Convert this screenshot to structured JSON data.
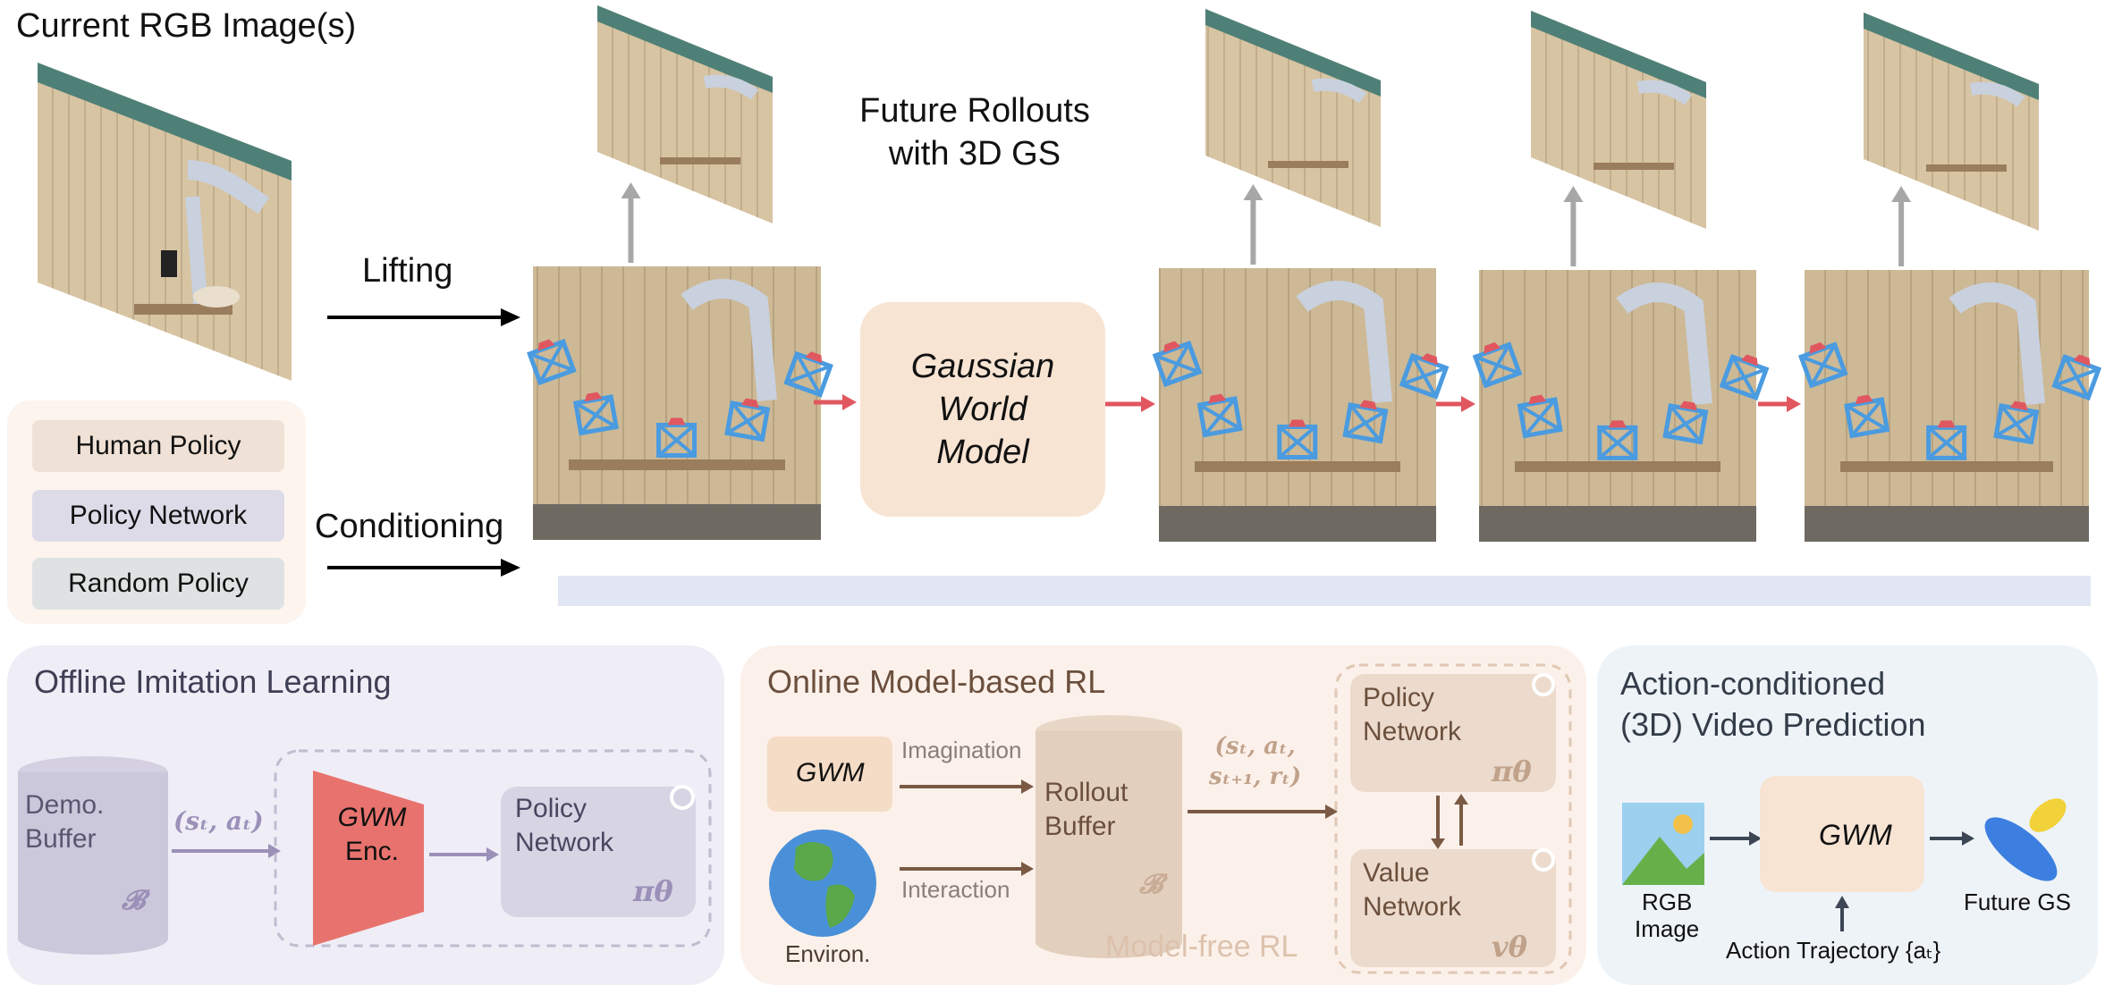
{
  "header": {
    "title": "Current RGB Image(s)"
  },
  "arrows": {
    "lifting": "Lifting",
    "conditioning": "Conditioning"
  },
  "future": {
    "line1": "Future Rollouts",
    "line2": "with 3D GS"
  },
  "world_model": {
    "line1": "Gaussian",
    "line2": "World",
    "line3": "Model"
  },
  "legend": {
    "items": [
      {
        "label": "Human Policy",
        "color": "#efe1d5"
      },
      {
        "label": "Policy Network",
        "color": "#dddbe8"
      },
      {
        "label": "Random Policy",
        "color": "#dfe2e3"
      }
    ]
  },
  "panel_offline": {
    "title": "Offline Imitation Learning",
    "buffer": {
      "line1": "Demo.",
      "line2": "Buffer",
      "symbol": "𝓑"
    },
    "edge": "(sₜ, aₜ)",
    "encoder": {
      "line1": "GWM",
      "line2": "Enc."
    },
    "policy": {
      "line1": "Policy",
      "line2": "Network",
      "symbol": "πθ"
    }
  },
  "panel_online": {
    "title": "Online Model-based RL",
    "gwm": "GWM",
    "imagination": "Imagination",
    "interaction": "Interaction",
    "environ": "Environ.",
    "buffer": {
      "line1": "Rollout",
      "line2": "Buffer",
      "symbol": "𝓑"
    },
    "edge": {
      "line1": "(sₜ, aₜ,",
      "line2": "sₜ₊₁, rₜ)"
    },
    "policy": {
      "line1": "Policy",
      "line2": "Network",
      "symbol": "πθ"
    },
    "value": {
      "line1": "Value",
      "line2": "Network",
      "symbol": "vθ"
    },
    "model_free": "Model-free RL"
  },
  "panel_video": {
    "title1": "Action-conditioned",
    "title2": "(3D) Video Prediction",
    "gwm": "GWM",
    "rgb": {
      "line1": "RGB",
      "line2": "Image"
    },
    "future": "Future GS",
    "action": "Action Trajectory {aₜ}"
  },
  "colors": {
    "accent_red": "#e0575f",
    "camera_blue": "#4a9be0",
    "encoder_red": "#e8736e",
    "arrow_purple": "#9a90b8",
    "arrow_brown": "#7a5a45"
  }
}
